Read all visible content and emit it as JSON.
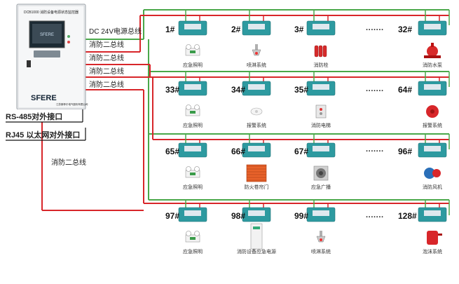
{
  "cabinet": {
    "title": "DCB1000 消防设备电源状态监控器",
    "brand": "SFERE",
    "company": "江苏斯菲尔电气股份有限公司",
    "screen_text": "SFERE"
  },
  "bus_labels": {
    "dc24": "DC 24V电源总线",
    "bus1": "消防二总线",
    "bus2": "消防二总线",
    "bus3": "消防二总线",
    "bus4": "消防二总线",
    "left_bus": "消防二总线"
  },
  "interfaces": {
    "rs485": "RS-485对外接口",
    "rj45": "RJ45 以太网对外接口"
  },
  "ellipsis": "·······",
  "rows": [
    {
      "modules": [
        {
          "num": "1#",
          "device": "应急照明",
          "icon": "emergency-light-icon"
        },
        {
          "num": "2#",
          "device": "喷淋系统",
          "icon": "sprinkler-icon"
        },
        {
          "num": "3#",
          "device": "消防栓",
          "icon": "fire-extinguisher-icon"
        },
        {
          "num": "32#",
          "device": "消防水泵",
          "icon": "fire-pump-icon"
        }
      ]
    },
    {
      "modules": [
        {
          "num": "33#",
          "device": "应急照明",
          "icon": "emergency-light-icon"
        },
        {
          "num": "34#",
          "device": "报警系统",
          "icon": "smoke-detector-icon"
        },
        {
          "num": "35#",
          "device": "消防电梯",
          "icon": "elevator-panel-icon"
        },
        {
          "num": "64#",
          "device": "报警系统",
          "icon": "alarm-bell-icon"
        }
      ]
    },
    {
      "modules": [
        {
          "num": "65#",
          "device": "应急照明",
          "icon": "emergency-light-icon"
        },
        {
          "num": "66#",
          "device": "防火卷帘门",
          "icon": "rolling-shutter-icon"
        },
        {
          "num": "67#",
          "device": "应急广播",
          "icon": "speaker-icon"
        },
        {
          "num": "96#",
          "device": "消防风机",
          "icon": "fan-icon"
        }
      ]
    },
    {
      "modules": [
        {
          "num": "97#",
          "device": "应急照明",
          "icon": "emergency-light-icon"
        },
        {
          "num": "98#",
          "device": "消防设备应急电源",
          "icon": "power-cabinet-icon"
        },
        {
          "num": "99#",
          "device": "喷淋系统",
          "icon": "sprinkler-icon"
        },
        {
          "num": "128#",
          "device": "泡沫系统",
          "icon": "foam-tank-icon"
        }
      ]
    }
  ],
  "colors": {
    "power_line": "#4aa84a",
    "bus_line": "#d8262a",
    "module_body": "#2d9aa0"
  }
}
